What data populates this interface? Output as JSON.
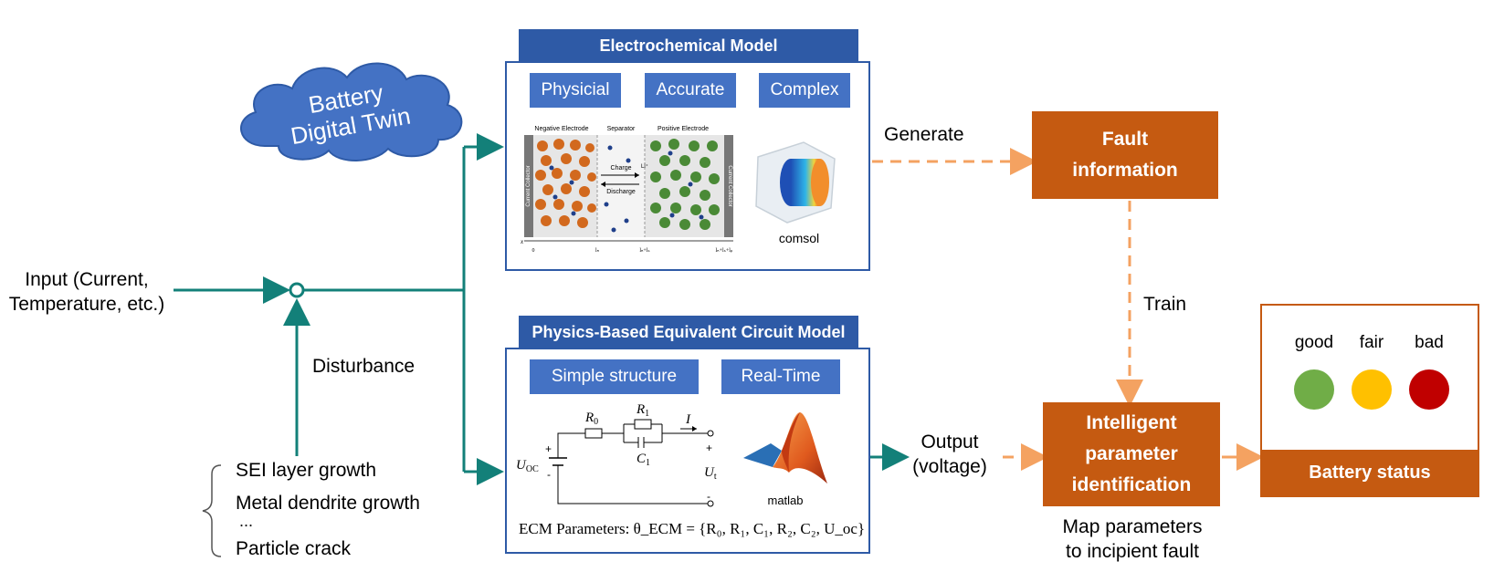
{
  "cloud": {
    "line1": "Battery",
    "line2": "Digital Twin"
  },
  "input": {
    "line1": "Input (Current,",
    "line2": "Temperature, etc.)"
  },
  "disturbance": {
    "label": "Disturbance"
  },
  "disturbance_items": [
    "SEI layer growth",
    "Metal dendrite growth",
    "...",
    "Particle crack"
  ],
  "electrochemical": {
    "title": "Electrochemical Model",
    "tags": [
      "Physicial",
      "Accurate",
      "Complex"
    ],
    "diagram": {
      "neg_label": "Negative Electrode",
      "sep_label": "Separator",
      "pos_label": "Positive Electrode",
      "collector_left": "Current Collector",
      "collector_right": "Current Collector",
      "charge": "Charge",
      "discharge": "Discharge",
      "ion": "Li⁺",
      "x_label": "x",
      "ticks": [
        "0",
        "lₙ",
        "lₙ+lₛ",
        "lₙ+lₛ+lₚ"
      ]
    },
    "software": "comsol"
  },
  "ecm": {
    "title": "Physics-Based Equivalent Circuit Model",
    "tags": [
      "Simple structure",
      "Real-Time"
    ],
    "circuit": {
      "r0": "R",
      "r0_sub": "0",
      "r1": "R",
      "r1_sub": "1",
      "c1": "C",
      "c1_sub": "1",
      "current": "I",
      "uoc": "U",
      "uoc_sub": "OC",
      "ut": "U",
      "ut_sub": "t",
      "plus": "+",
      "minus": "-"
    },
    "software": "matlab",
    "params": "ECM Parameters: θ_ECM = {R₀, R₁, C₁, R₂, C₂, U_oc}"
  },
  "generate": {
    "label": "Generate"
  },
  "fault_info": {
    "line1": "Fault",
    "line2": "information"
  },
  "train": {
    "label": "Train"
  },
  "output": {
    "line1": "Output",
    "line2": "(voltage)"
  },
  "intelligent": {
    "line1": "Intelligent",
    "line2": "parameter",
    "line3": "identification"
  },
  "map": {
    "line1": "Map parameters",
    "line2": "to incipient fault"
  },
  "status": {
    "title": "Battery status",
    "levels": [
      {
        "label": "good",
        "color": "#70ad47"
      },
      {
        "label": "fair",
        "color": "#ffc000"
      },
      {
        "label": "bad",
        "color": "#c00000"
      }
    ]
  },
  "colors": {
    "teal": "#138079",
    "orange_arrow": "#f4a261",
    "blue": "#4472c4",
    "dark_blue": "#2e5aa6",
    "orange": "#c55a11"
  }
}
